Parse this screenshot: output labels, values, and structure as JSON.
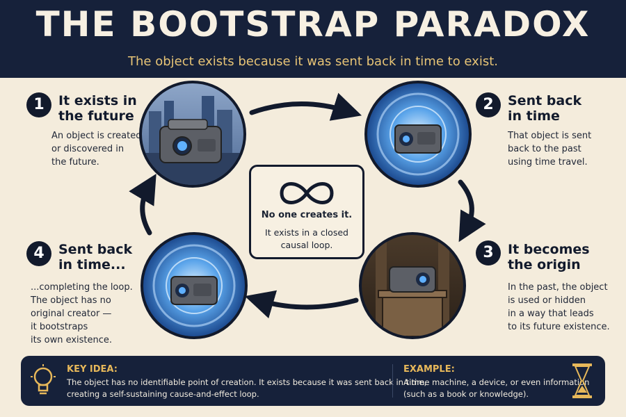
{
  "header": {
    "title": "THE BOOTSTRAP PARADOX",
    "subtitle": "The object exists because it was sent back in time to exist."
  },
  "steps": [
    {
      "number": "1",
      "title": "It exists in\nthe future",
      "description": "An object is created\nor discovered in\nthe future."
    },
    {
      "number": "2",
      "title": "Sent back\nin time",
      "description": "That object is sent\nback to the past\nusing time travel."
    },
    {
      "number": "3",
      "title": "It becomes\nthe origin",
      "description": "In the past, the object\nis used or hidden\nin a way that leads\nto its future existence."
    },
    {
      "number": "4",
      "title": "Sent back\nin time...",
      "description": "...completing the loop.\nThe object has no\noriginal creator —\nit bootstraps\nits own existence."
    }
  ],
  "center": {
    "title": "No one creates it.",
    "description": "It exists in a closed\ncausal loop."
  },
  "footer": {
    "key_idea_label": "KEY IDEA:",
    "key_idea_text": "The object has no identifiable point of creation. It exists because it was sent back in time,\ncreating a self-sustaining cause-and-effect loop.",
    "example_label": "EXAMPLE:",
    "example_text": "A time machine, a device, or even information\n(such as a book or knowledge)."
  },
  "icons": [
    "infinity-icon",
    "lightbulb-icon",
    "hourglass-icon",
    "device-icon",
    "time-portal-icon",
    "city-skyline-icon"
  ],
  "colors": {
    "navy": "#16213a",
    "cream": "#f4ecdc",
    "gold": "#e7b85a",
    "portal_blue": "#2f7fd4"
  }
}
